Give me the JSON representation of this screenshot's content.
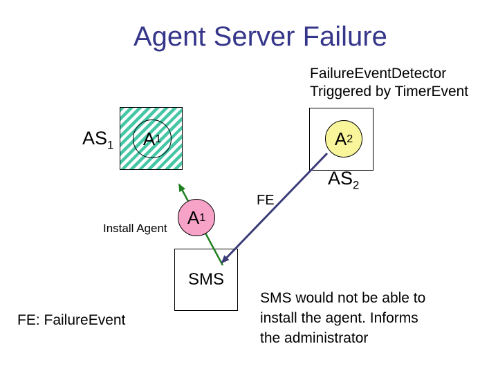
{
  "slide": {
    "title": "Agent Server Failure"
  },
  "annotations": {
    "top_right": "FailureEventDetector\nTriggered by TimerEvent",
    "fe_label": "FE",
    "install_agent": "Install Agent",
    "fe_legend": "FE: FailureEvent",
    "bottom_right": "SMS would not be able to\ninstall the agent. Informs\nthe administrator"
  },
  "nodes": {
    "as1_label": {
      "text": "AS",
      "sub": "1"
    },
    "a1_server": {
      "text": "A",
      "sub": "1"
    },
    "a2": {
      "text": "A",
      "sub": "2"
    },
    "as2_label": {
      "text": "AS",
      "sub": "2"
    },
    "a1_transfer": {
      "text": "A",
      "sub": "1"
    },
    "sms": "SMS"
  },
  "icons": {
    "install_agent_arrow": "green-up-arrow",
    "failure_event_arrow": "blue-down-arrow"
  },
  "colors": {
    "title": "#35358a",
    "hatch": "#45c6a5",
    "agent-yellow": "#f8f59b",
    "agent-pink": "#f7a3c8",
    "arrow-green": "#1f7f1f",
    "arrow-blue": "#3b3b78",
    "outline": "#000000"
  }
}
